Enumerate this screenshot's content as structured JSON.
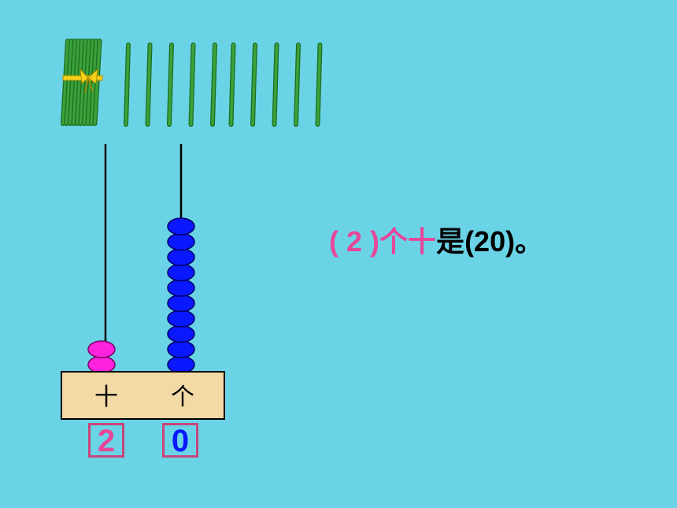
{
  "sentence": {
    "open": "( ",
    "tens_count": "2",
    "close": " )",
    "unit_word": "个十",
    "is": "是",
    "result": "(20)",
    "end": "。"
  },
  "abacus": {
    "tens_label": "十",
    "ones_label": "个",
    "tens_beads": 2,
    "ones_beads": 10,
    "tens_digit": "2",
    "ones_digit": "0"
  },
  "sticks": {
    "bundles": 1,
    "single_sticks": 10
  },
  "colors": {
    "background": "#6ad4e6",
    "pink": "#e8469a",
    "blue_bead": "#0a18ff",
    "magenta_bead": "#ff22dd",
    "stick_green": "#3aa23a",
    "frame": "#f2d9a6",
    "ribbon": "#f4d21c",
    "box_border": "#c8457a"
  }
}
